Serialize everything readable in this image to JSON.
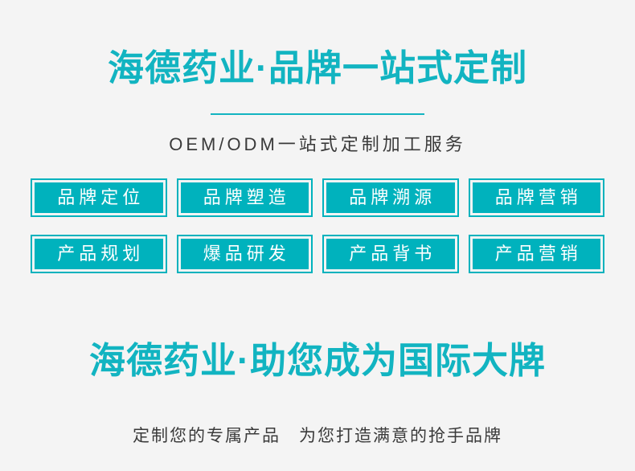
{
  "theme": {
    "background": "#f4f4f4",
    "accent": "#12b4c1",
    "tag_fill": "#00b2bd",
    "tag_text": "#ffffff",
    "body_text": "#3a3a3a"
  },
  "hero": {
    "headline_top": "海德药业·品牌一站式定制",
    "subtitle": "OEM/ODM一站式定制加工服务"
  },
  "tags": {
    "rows": [
      [
        {
          "label": "品牌定位"
        },
        {
          "label": "品牌塑造"
        },
        {
          "label": "品牌溯源"
        },
        {
          "label": "品牌营销"
        }
      ],
      [
        {
          "label": "产品规划"
        },
        {
          "label": "爆品研发"
        },
        {
          "label": "产品背书"
        },
        {
          "label": "产品营销"
        }
      ]
    ]
  },
  "footer": {
    "headline_bottom": "海德药业·助您成为国际大牌",
    "tagline": "定制您的专属产品　为您打造满意的抢手品牌"
  }
}
